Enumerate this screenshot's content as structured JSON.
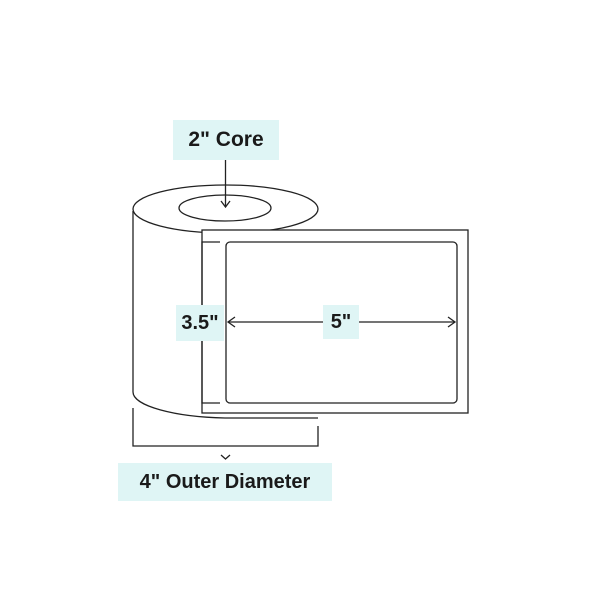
{
  "labels": {
    "core": "2\" Core",
    "label_height": "3.5\"",
    "label_width": "5\"",
    "outer_diameter": "4\" Outer Diameter"
  },
  "colors": {
    "label_background": "#dff5f5",
    "stroke": "#222222",
    "text": "#1a1a1a"
  }
}
